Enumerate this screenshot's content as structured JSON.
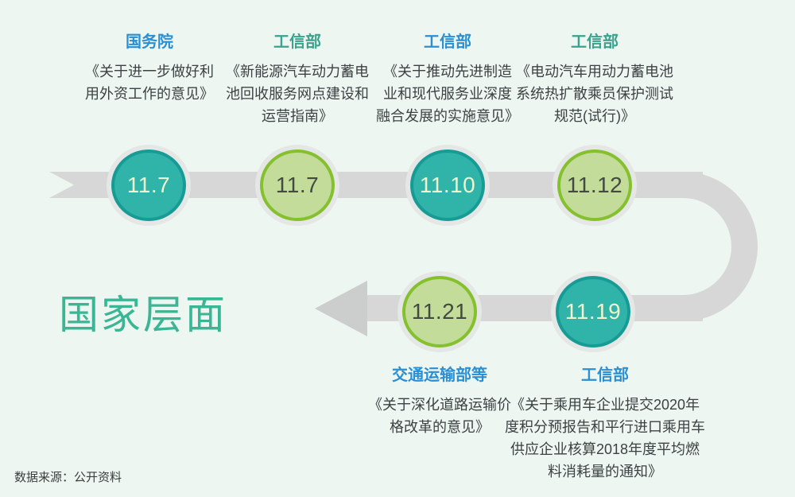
{
  "page": {
    "section_label": "国家层面",
    "source_note": "数据来源：公开资料"
  },
  "colors": {
    "background": "#edf6f1",
    "ribbon_gray": "#d7d7d7",
    "arrowhead_gray": "#cbcecd",
    "circle_halo": "#e4e7e5",
    "teal_circle_fill": "#30b3a9",
    "teal_circle_border": "#179c95",
    "teal_circle_text": "#eff5cd",
    "green_circle_fill": "#c4dc99",
    "green_circle_border": "#85c02f",
    "green_circle_text": "#424a41",
    "agency_blue": "#2b8fd3",
    "agency_teal": "#3ba28d",
    "body_text": "#3d4144",
    "section_label_color": "#3bb695"
  },
  "events": [
    {
      "agency": "国务院",
      "date": "11.7",
      "circle_style": "teal",
      "row": "top",
      "title": "《关于进一步做好利用外资工作的意见》",
      "title_lines": [
        "《关于进一步做好利",
        "用外资工作的意见》"
      ]
    },
    {
      "agency": "工信部",
      "date": "11.7",
      "circle_style": "green",
      "row": "top",
      "title": "《新能源汽车动力蓄电池回收服务网点建设和运营指南》",
      "title_lines": [
        "《新能源汽车动力蓄电",
        "池回收服务网点建设和",
        "运营指南》"
      ]
    },
    {
      "agency": "工信部",
      "date": "11.10",
      "circle_style": "teal",
      "row": "top",
      "title": "《关于推动先进制造业和现代服务业深度融合发展的实施意见》",
      "title_lines": [
        "《关于推动先进制造",
        "业和现代服务业深度",
        "融合发展的实施意见》"
      ]
    },
    {
      "agency": "工信部",
      "date": "11.12",
      "circle_style": "green",
      "row": "top",
      "title": "《电动汽车用动力蓄电池系统热扩散乘员保护测试规范(试行)》",
      "title_lines": [
        "《电动汽车用动力蓄电池",
        "系统热扩散乘员保护测试",
        "规范(试行)》"
      ]
    },
    {
      "agency": "交通运输部等",
      "date": "11.21",
      "circle_style": "green",
      "row": "bottom",
      "title": "《关于深化道路运输价格改革的意见》",
      "title_lines": [
        "《关于深化道路运输价",
        "格改革的意见》"
      ]
    },
    {
      "agency": "工信部",
      "date": "11.19",
      "circle_style": "teal",
      "row": "bottom",
      "title": "《关于乘用车企业提交2020年度积分预报告和平行进口乘用车供应企业核算2018年度平均燃料消耗量的通知》",
      "title_lines": [
        "《关于乘用车企业提交2020年",
        "度积分预报告和平行进口乘用车",
        "供应企业核算2018年度平均燃",
        "料消耗量的通知》"
      ]
    }
  ]
}
